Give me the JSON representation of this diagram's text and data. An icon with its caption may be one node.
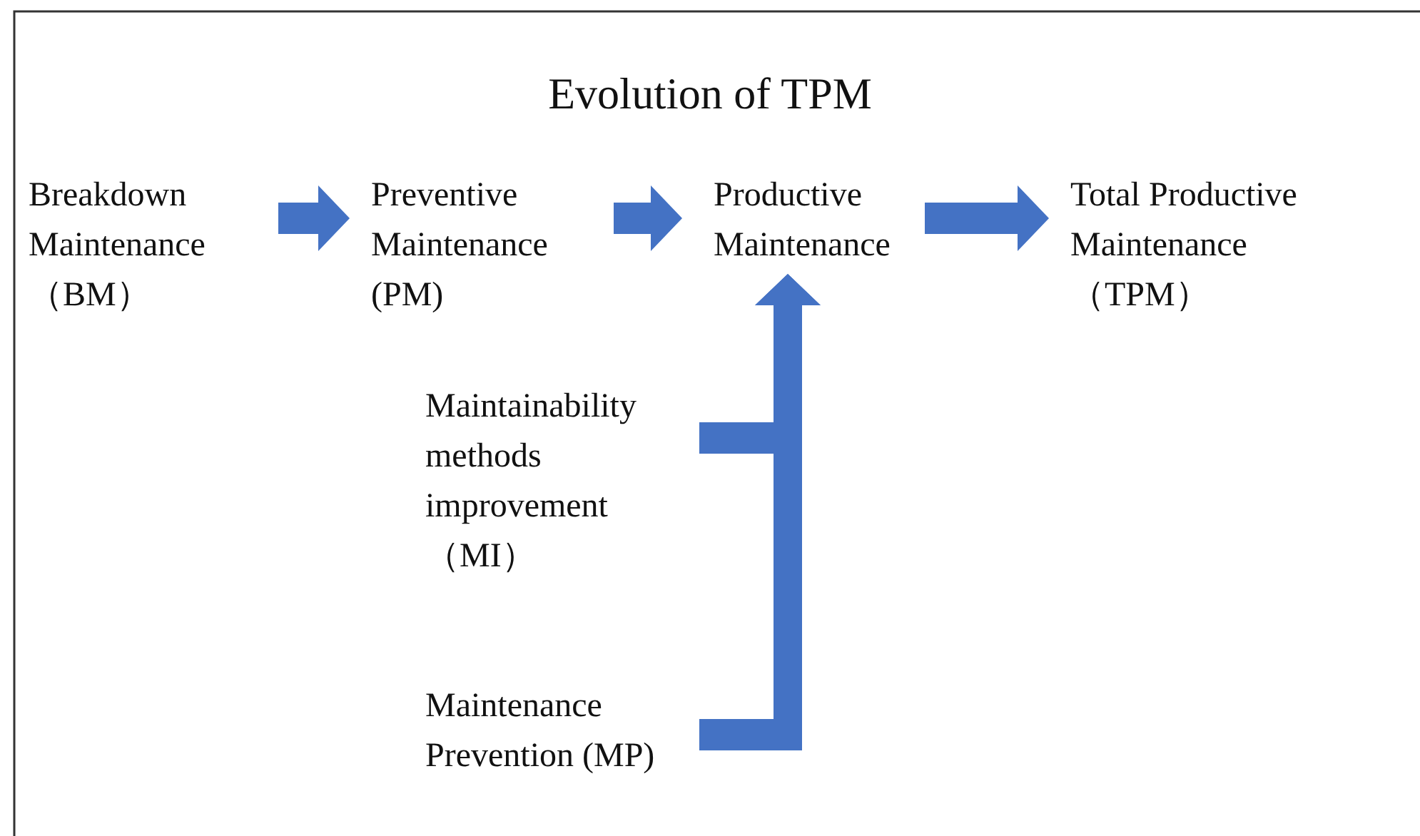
{
  "diagram": {
    "title": "Evolution of TPM",
    "nodes": [
      {
        "text": [
          "Breakdown Maintenance （BM）"
        ]
      },
      {
        "text": [
          "Preventive Maintenance (PM)"
        ]
      },
      {
        "text": [
          "Productive Maintenance"
        ]
      },
      {
        "text": [
          "Total Productive Maintenance （TPM）"
        ]
      },
      {
        "text": [
          "Maintainability methods improvement （MI）"
        ]
      },
      {
        "text": [
          "Maintenance Prevention (MP)"
        ]
      }
    ],
    "edges": [
      {
        "from": 0,
        "to": 1,
        "arrow": "to"
      },
      {
        "from": 1,
        "to": 2,
        "arrow": "to"
      },
      {
        "from": 2,
        "to": 3,
        "arrow": "to"
      },
      {
        "from": 4,
        "to": 2,
        "arrow": "to"
      },
      {
        "from": 5,
        "to": 2,
        "arrow": "to"
      }
    ]
  }
}
